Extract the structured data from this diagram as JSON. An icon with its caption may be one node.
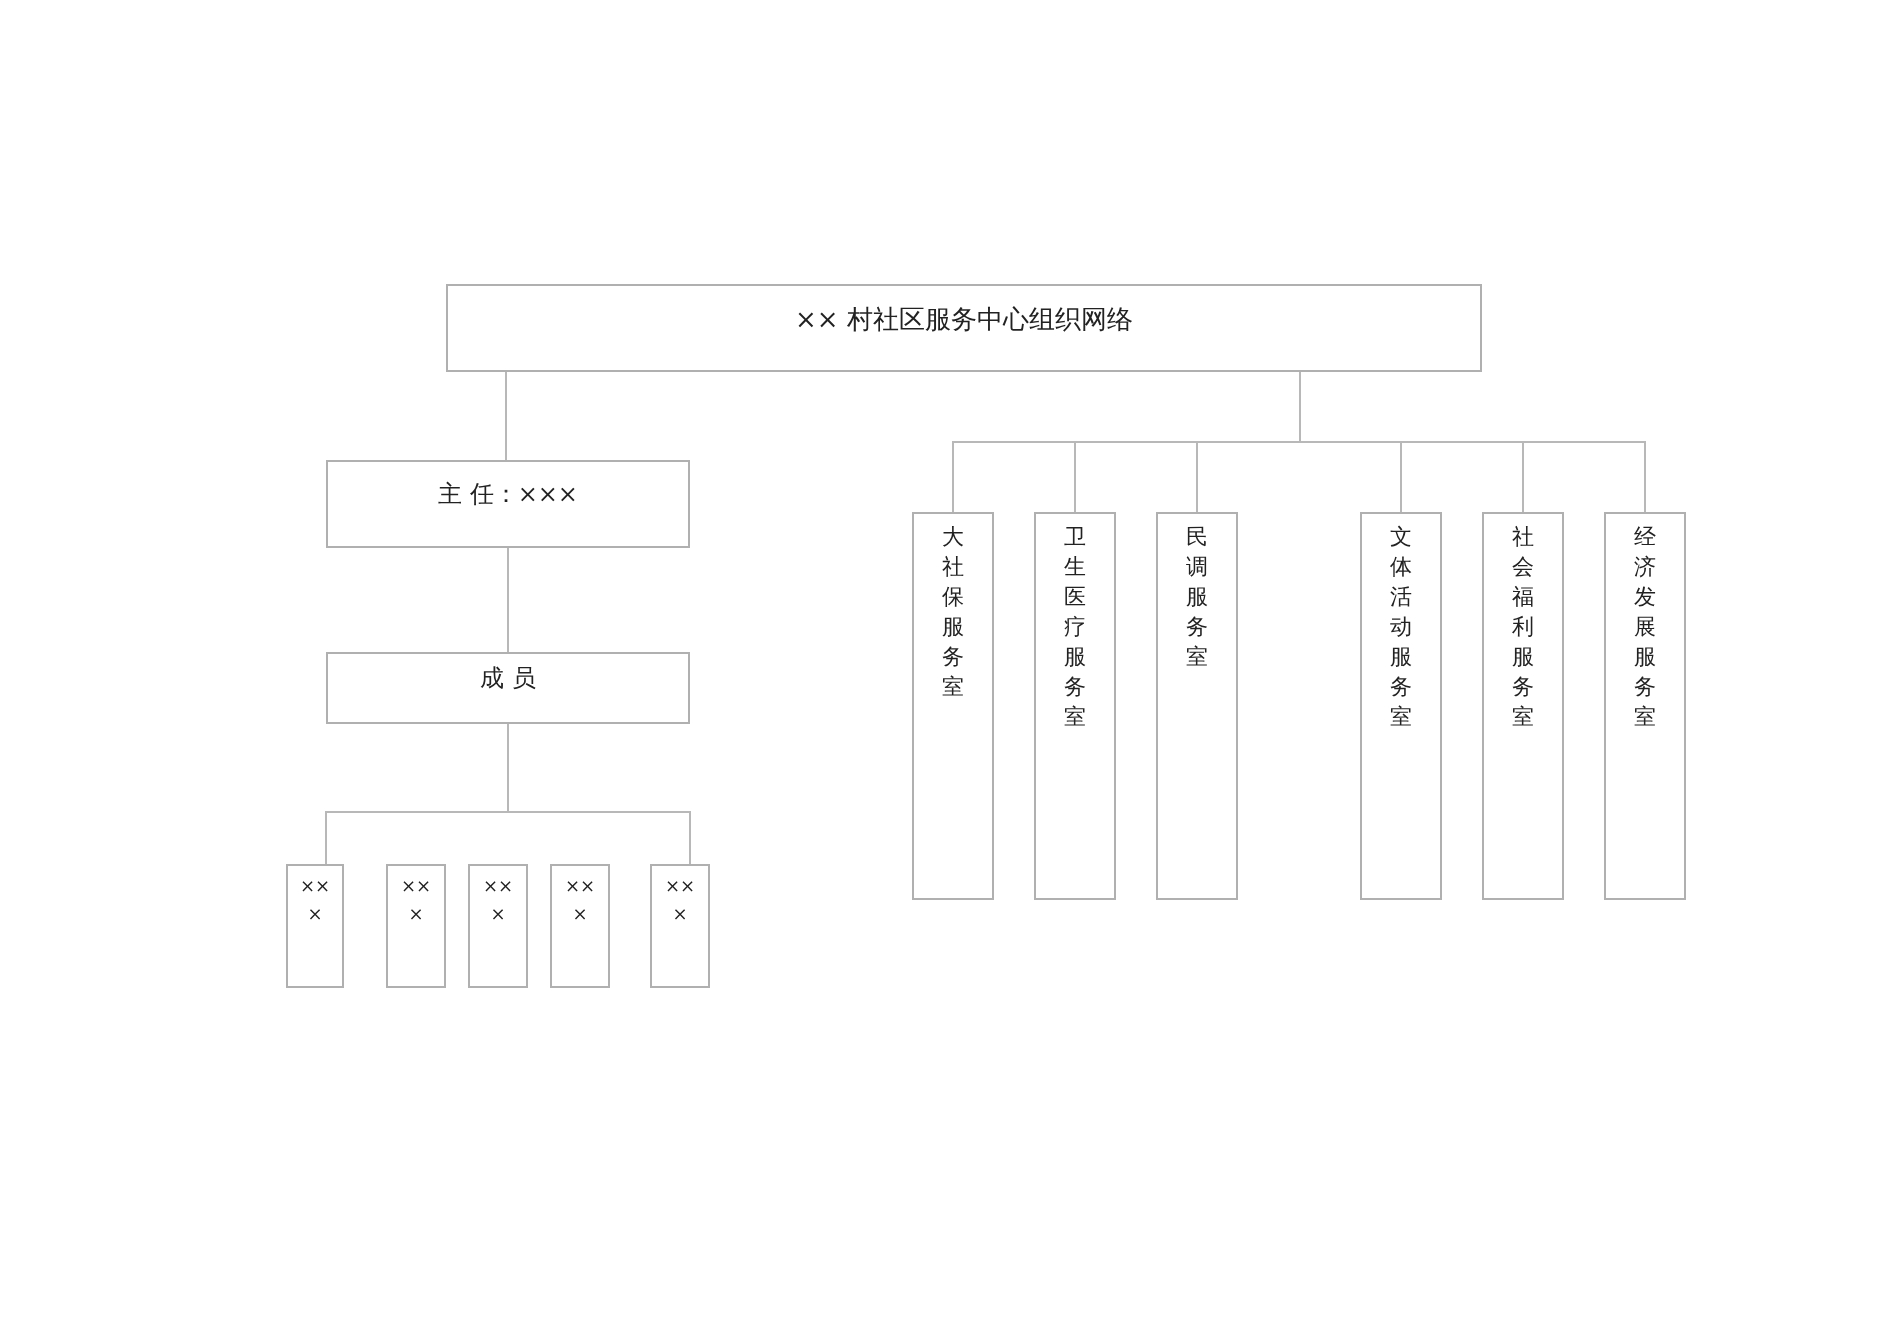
{
  "diagram": {
    "nodes": [
      {
        "text": [
          "×× 村社区服务中心组织网络"
        ]
      },
      {
        "text": [
          "主 任：×××"
        ]
      },
      {
        "text": [
          "成 员"
        ]
      },
      {
        "text": [
          "×××"
        ]
      },
      {
        "text": [
          "×××"
        ]
      },
      {
        "text": [
          "×××"
        ]
      },
      {
        "text": [
          "×××"
        ]
      },
      {
        "text": [
          "×××"
        ]
      },
      {
        "text": [
          "大社保服务室"
        ]
      },
      {
        "text": [
          "卫生医疗服务室"
        ]
      },
      {
        "text": [
          "民调服务室"
        ]
      },
      {
        "text": [
          "文体活动服务室"
        ]
      },
      {
        "text": [
          "社会福利服务室"
        ]
      },
      {
        "text": [
          "经济发展服务室"
        ]
      }
    ],
    "edges": [
      {
        "from": 0,
        "to": 1,
        "arrow": "none"
      },
      {
        "from": 1,
        "to": 2,
        "arrow": "none"
      },
      {
        "from": 2,
        "to": 3,
        "arrow": "none"
      },
      {
        "from": 2,
        "to": 7,
        "arrow": "none"
      },
      {
        "from": 0,
        "to": 8,
        "arrow": "none"
      },
      {
        "from": 0,
        "to": 9,
        "arrow": "none"
      },
      {
        "from": 0,
        "to": 10,
        "arrow": "none"
      },
      {
        "from": 0,
        "to": 11,
        "arrow": "none"
      },
      {
        "from": 0,
        "to": 12,
        "arrow": "none"
      },
      {
        "from": 0,
        "to": 13,
        "arrow": "none"
      }
    ]
  }
}
